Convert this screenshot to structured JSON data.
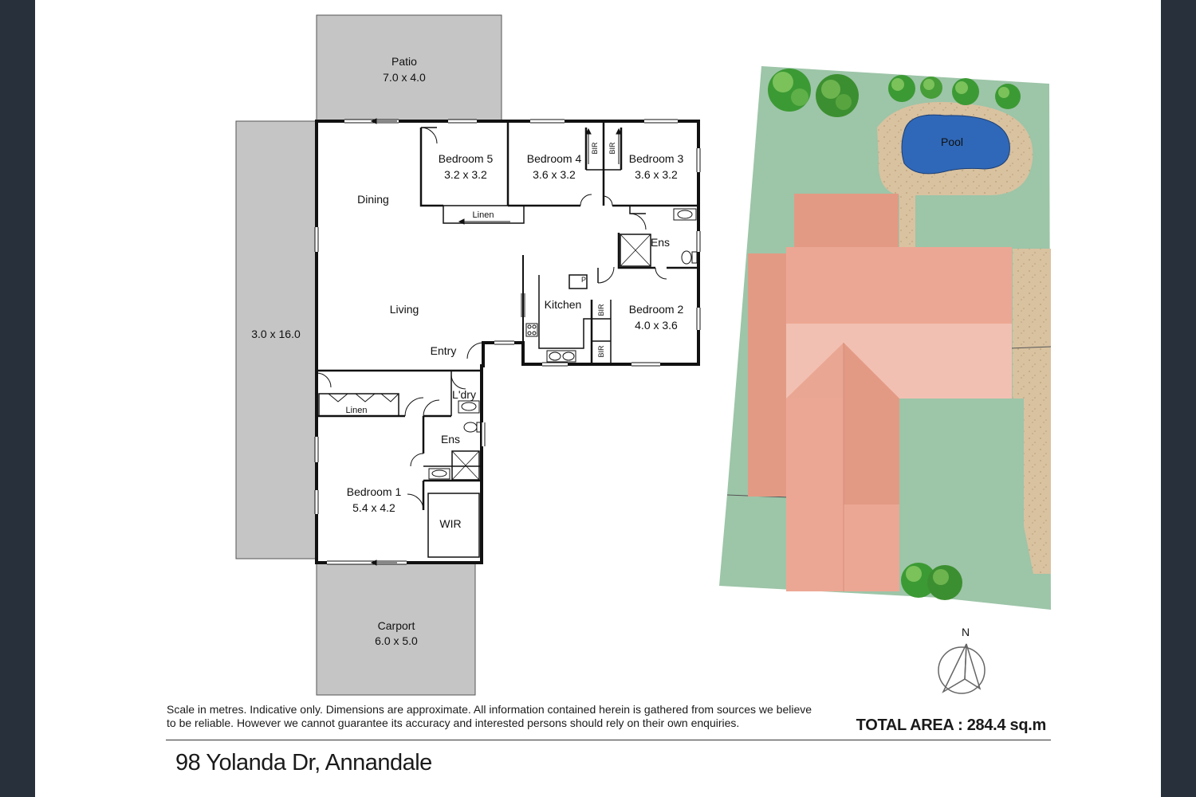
{
  "rooms": {
    "patio": {
      "name": "Patio",
      "size": "7.0 x 4.0"
    },
    "side_deck": {
      "size": "3.0 x 16.0"
    },
    "carport": {
      "name": "Carport",
      "size": "6.0 x 5.0"
    },
    "bedroom5": {
      "name": "Bedroom 5",
      "size": "3.2 x 3.2"
    },
    "bedroom4": {
      "name": "Bedroom 4",
      "size": "3.6 x 3.2"
    },
    "bedroom3": {
      "name": "Bedroom 3",
      "size": "3.6 x 3.2"
    },
    "bedroom2": {
      "name": "Bedroom 2",
      "size": "4.0 x 3.6"
    },
    "bedroom1": {
      "name": "Bedroom 1",
      "size": "5.4 x 4.2"
    },
    "dining": "Dining",
    "living": "Living",
    "entry": "Entry",
    "kitchen": "Kitchen",
    "laundry": "L'dry",
    "ensuite_main": "Ens",
    "ensuite_b2": "Ens",
    "wir": "WIR",
    "linen_top": "Linen",
    "linen_bottom": "Linen",
    "bir_1": "BIR",
    "bir_2": "BIR",
    "bir_3": "BIR",
    "bir_4": "BIR",
    "pantry": "P"
  },
  "site": {
    "pool": "Pool",
    "north": "N"
  },
  "footer": {
    "disclaimer": "Scale in metres. Indicative only. Dimensions are approximate. All information contained herein is gathered from sources we believe to be reliable. However we cannot guarantee its accuracy and interested persons should rely on their own enquiries.",
    "total_area": "TOTAL AREA : 284.4  sq.m",
    "address": "98 Yolanda Dr, Annandale"
  },
  "colors": {
    "deck": "#c5c5c5",
    "lawn": "#9dc5a8",
    "sand": "#d9c2a0",
    "pool": "#2f68b8",
    "roof_dark": "#e39a85",
    "roof_mid": "#eca794",
    "roof_light": "#f2c0b2"
  }
}
